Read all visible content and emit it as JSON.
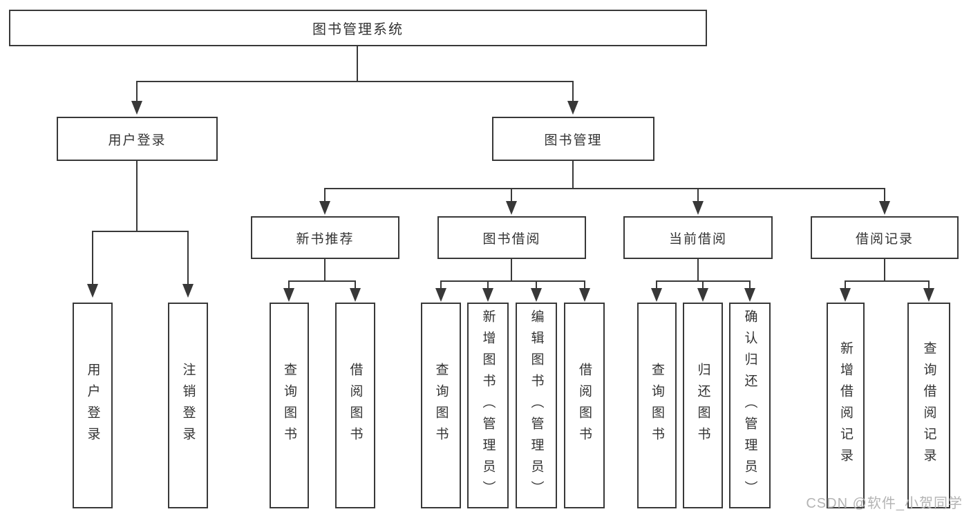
{
  "diagram": {
    "root": {
      "label": "图书管理系统"
    },
    "level2": [
      {
        "id": "user-login",
        "label": "用户登录"
      },
      {
        "id": "book-mgmt",
        "label": "图书管理"
      }
    ],
    "level3": [
      {
        "id": "new-book-rec",
        "label": "新书推荐"
      },
      {
        "id": "book-borrow",
        "label": "图书借阅"
      },
      {
        "id": "current-borrow",
        "label": "当前借阅"
      },
      {
        "id": "borrow-records",
        "label": "借阅记录"
      }
    ],
    "leaves": {
      "user_login": [
        "用户登录",
        "注销登录"
      ],
      "new_book_rec": [
        "查询图书",
        "借阅图书"
      ],
      "book_borrow": [
        "查询图书",
        "新增图书（管理员）",
        "编辑图书（管理员）",
        "借阅图书"
      ],
      "current_borrow": [
        "查询图书",
        "归还图书",
        "确认归还（管理员）"
      ],
      "borrow_records": [
        "新增借阅记录",
        "查询借阅记录"
      ]
    }
  },
  "watermark": {
    "text": "CSDN @软件_小贺同学"
  },
  "colors": {
    "line": "#383838",
    "text": "#333333",
    "watermark": "#b4b4b4",
    "background": "#ffffff"
  }
}
